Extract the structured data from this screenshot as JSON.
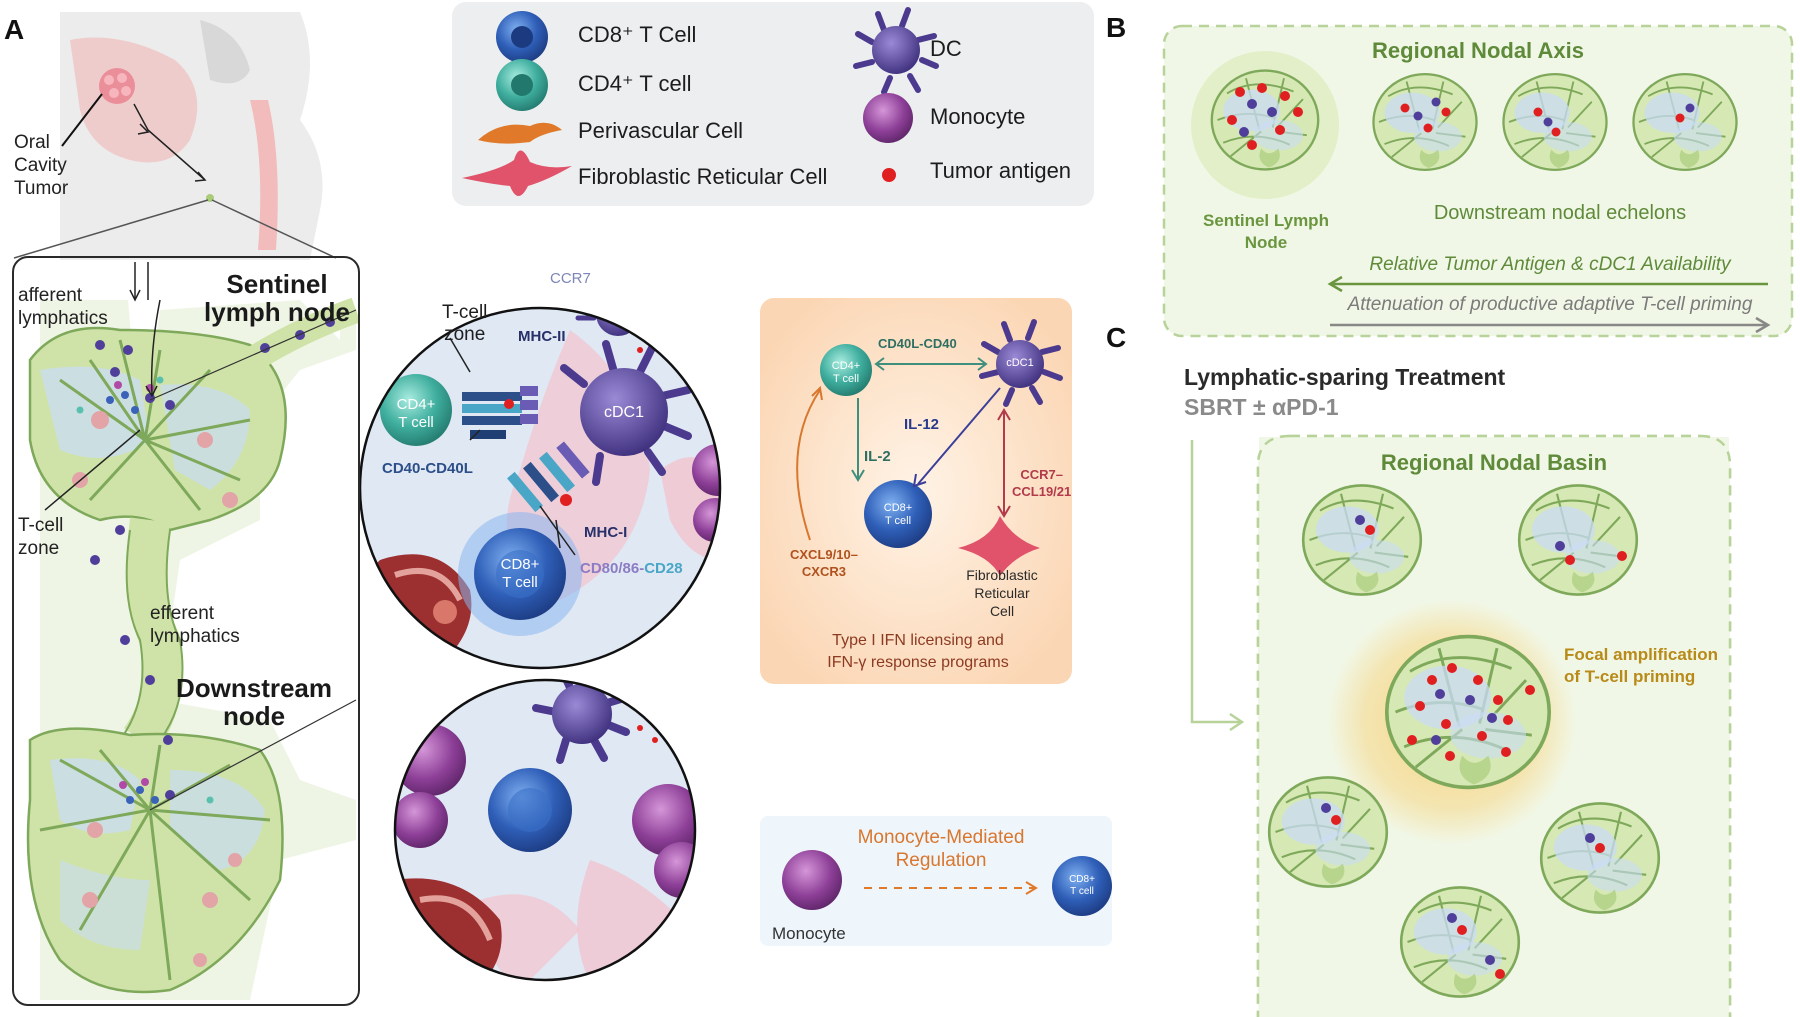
{
  "panels": {
    "a": "A",
    "b": "B",
    "c": "C"
  },
  "legend": {
    "cd8": "CD8⁺ T Cell",
    "cd4": "CD4⁺ T cell",
    "perivascular": "Perivascular Cell",
    "frc": "Fibroblastic Reticular Cell",
    "dc": "DC",
    "monocyte": "Monocyte",
    "tumor_antigen": "Tumor antigen"
  },
  "panelA": {
    "oral_tumor": [
      "Oral",
      "Cavity",
      "Tumor"
    ],
    "afferent": [
      "afferent",
      "lymphatics"
    ],
    "sentinel": [
      "Sentinel",
      "lymph node"
    ],
    "tcell_zone": [
      "T-cell",
      "zone"
    ],
    "efferent": [
      "efferent",
      "lymphatics"
    ],
    "downstream": [
      "Downstream",
      "node"
    ],
    "zoom": {
      "ccr7": "CCR7",
      "tcell_zone": [
        "T-cell",
        "zone"
      ],
      "mhc2": "MHC-II",
      "cd4": [
        "CD4+",
        "T cell"
      ],
      "cdc1": "cDC1",
      "cd40": "CD40-CD40L",
      "cd8": [
        "CD8+",
        "T cell"
      ],
      "mhc1": "MHC-I",
      "cd80": "CD80/86-",
      "cd28": "CD28"
    },
    "network": {
      "cd4": [
        "CD4+",
        "T cell"
      ],
      "cdc1": "cDC1",
      "cd8": [
        "CD8+",
        "T cell"
      ],
      "cd40l": "CD40L-CD40",
      "il12": "IL-12",
      "il2": "IL-2",
      "cxcl": [
        "CXCL9/10–",
        "CXCR3"
      ],
      "ccr7": [
        "CCR7–",
        "CCL19/21"
      ],
      "frc": [
        "Fibroblastic",
        "Reticular",
        "Cell"
      ],
      "ifn": [
        "Type I IFN licensing and",
        "IFN-γ response programs"
      ]
    },
    "mono_box": {
      "title": [
        "Monocyte-Mediated",
        "Regulation"
      ],
      "monocyte": "Monocyte",
      "cd8": [
        "CD8+",
        "T cell"
      ]
    }
  },
  "panelB": {
    "title": "Regional Nodal Axis",
    "sentinel": [
      "Sentinel Lymph",
      "Node"
    ],
    "downstream": "Downstream nodal echelons",
    "arrow1": "Relative Tumor Antigen & cDC1 Availability",
    "arrow2": "Attenuation of productive adaptive T-cell priming"
  },
  "panelC": {
    "treatment": "Lymphatic-sparing Treatment",
    "regimen": "SBRT ± αPD-1",
    "basin_title": "Regional Nodal Basin",
    "focal": [
      "Focal amplification",
      "of T-cell priming"
    ]
  },
  "colors": {
    "cd8": "#2f5fb8",
    "cd4": "#3fae9e",
    "dc": "#4b3a8e",
    "monocyte": "#8d3f97",
    "perivascular": "#e07a2a",
    "frc": "#d9415e",
    "antigen": "#e02020",
    "node_green": "#cfe3a8",
    "axis_green": "#5e8a3a",
    "gold": "#b88a18"
  }
}
